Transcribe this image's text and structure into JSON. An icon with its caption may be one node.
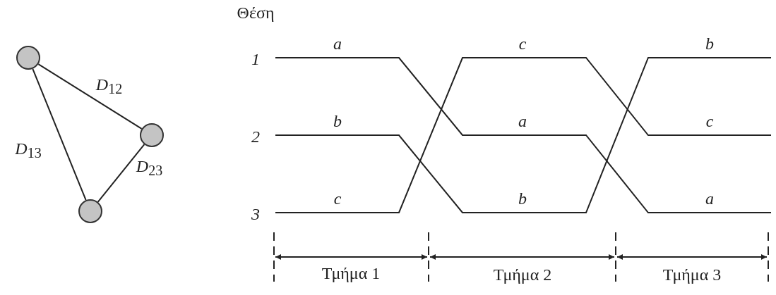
{
  "diagram": {
    "nodes": [
      {
        "text": [],
        "shape": "circle"
      },
      {
        "text": [],
        "shape": "circle"
      },
      {
        "text": [],
        "shape": "circle"
      }
    ],
    "edges": [
      {
        "from": 0,
        "to": 1,
        "arrow": "none",
        "label": "*D*$_{12}$"
      },
      {
        "from": 0,
        "to": 2,
        "arrow": "none",
        "label": "*D*$_{13}$"
      },
      {
        "from": 1,
        "to": 2,
        "arrow": "none",
        "label": "*D*$_{23}$"
      }
    ],
    "labels": [
      "Θέση",
      "1",
      "a",
      "c",
      "b",
      "2",
      "b",
      "a",
      "c",
      "3",
      "c",
      "b",
      "a",
      "Τμήμα 1",
      "Τμήμα 2",
      "Τμήμα 3"
    ]
  }
}
